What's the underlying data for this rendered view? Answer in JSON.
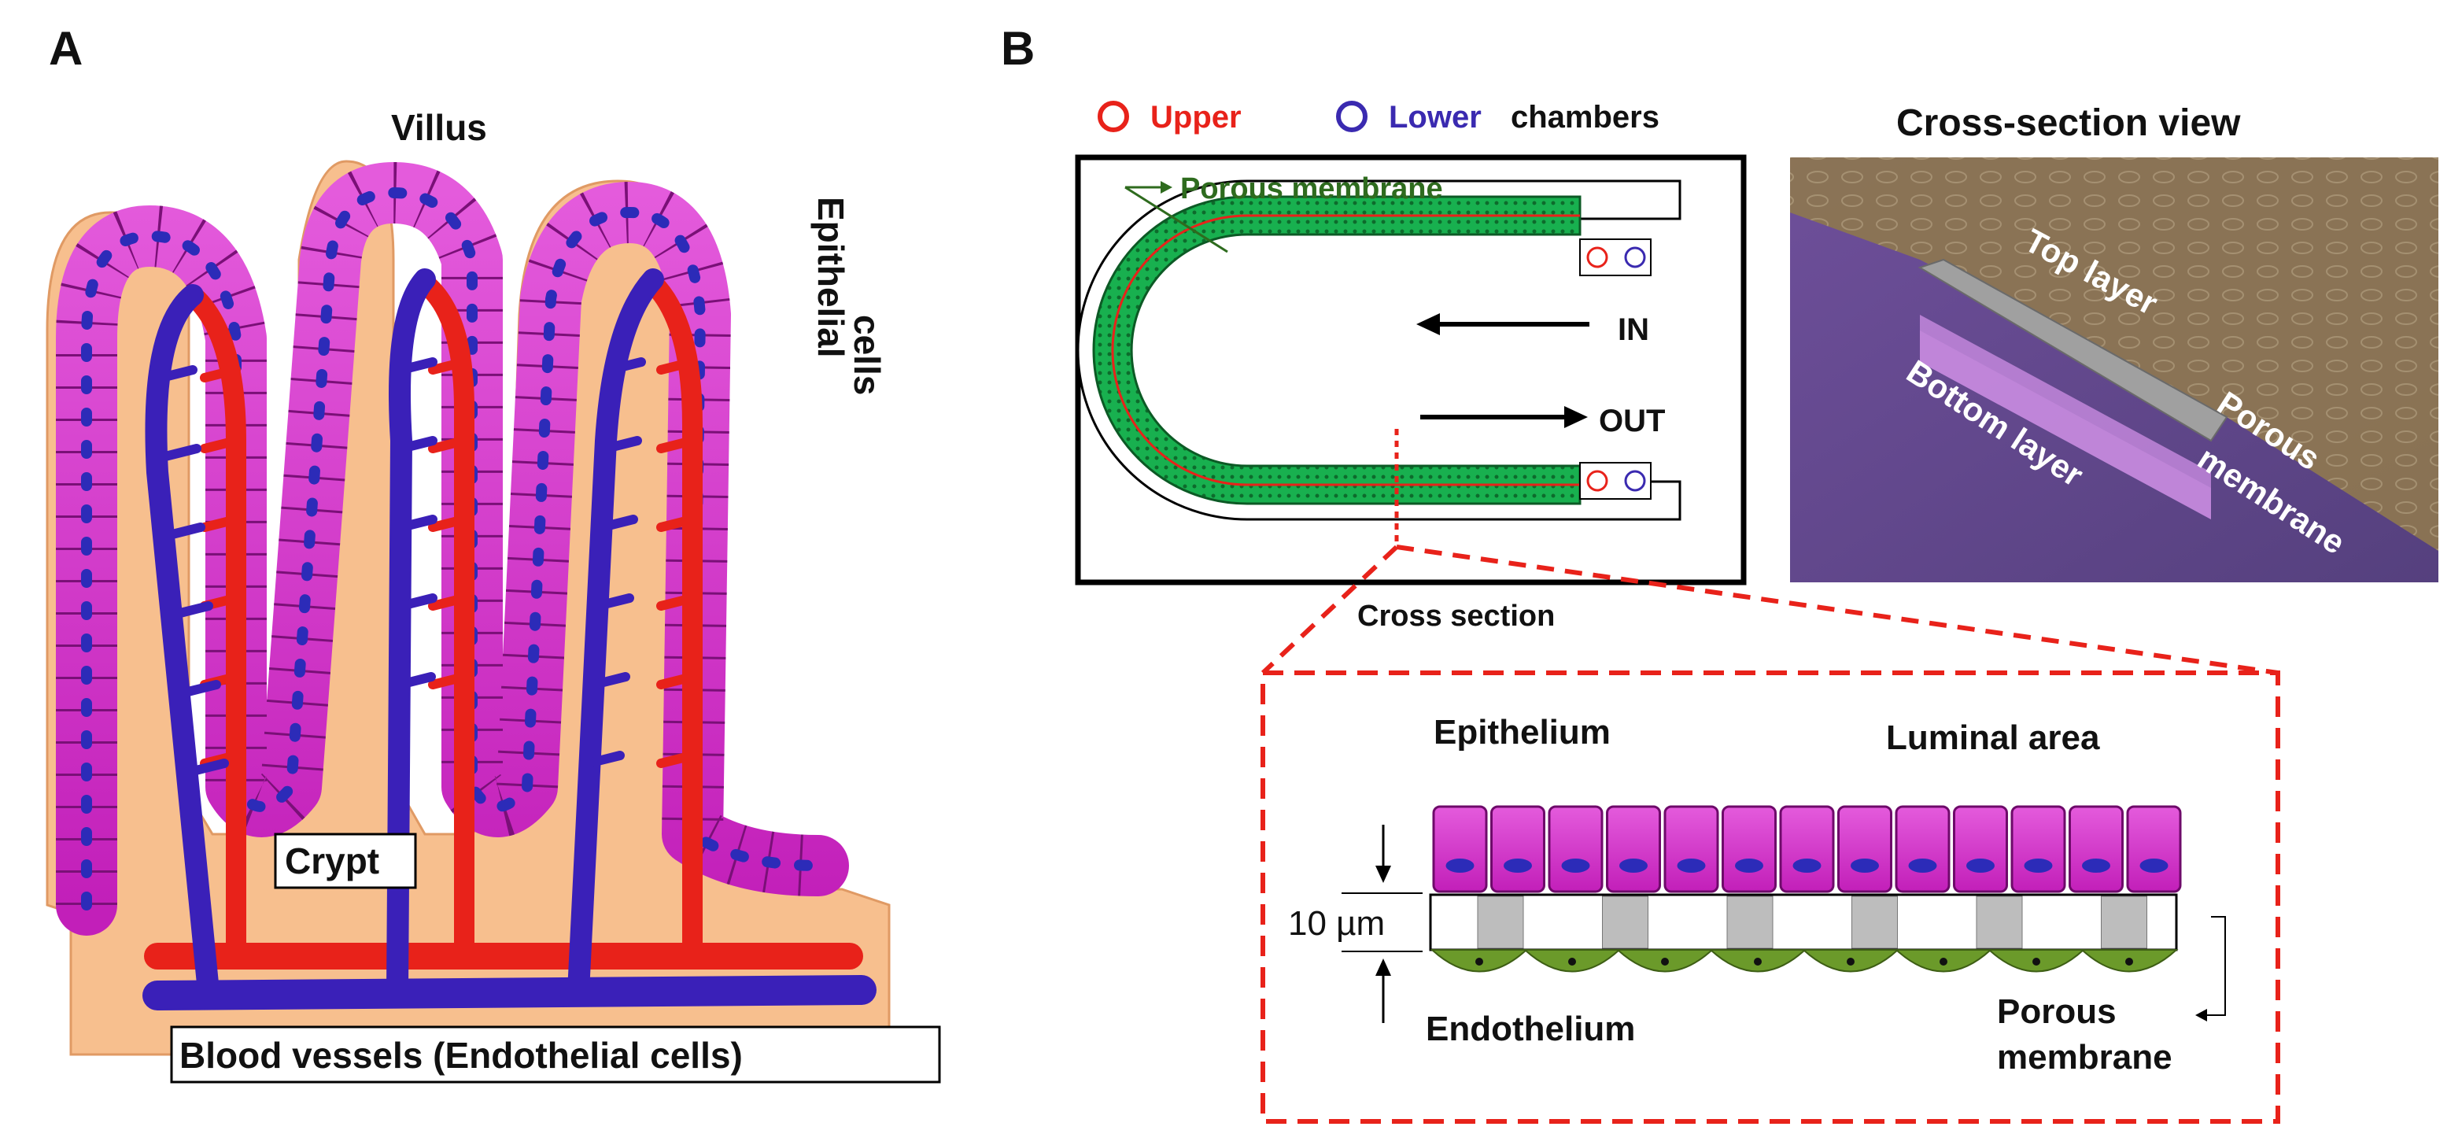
{
  "panel_a": {
    "letter": "A",
    "villus_label": "Villus",
    "epithelial_label_line1": "Epithelial",
    "epithelial_label_line2": "cells",
    "crypt_label": "Crypt",
    "blood_vessels_label": "Blood vessels (Endothelial cells)"
  },
  "panel_b": {
    "letter": "B",
    "legend": {
      "upper": "Upper",
      "lower": "Lower",
      "chambers": "chambers"
    },
    "chip": {
      "membrane_label": "Porous membrane",
      "in_label": "IN",
      "out_label": "OUT",
      "cross_section_label": "Cross section"
    },
    "cross_view": {
      "title": "Cross-section view",
      "top_layer": "Top layer",
      "bottom_layer": "Bottom layer",
      "porous_line1": "Porous",
      "porous_line2": "membrane"
    },
    "detail": {
      "epithelium": "Epithelium",
      "luminal": "Luminal area",
      "thickness": "10 µm",
      "endothelium": "Endothelium",
      "porous_line1": "Porous",
      "porous_line2": "membrane"
    }
  },
  "colors": {
    "epithelium": "#d63ad0",
    "artery": "#e8221a",
    "vein": "#3a20b8",
    "tissue": "#f7bf8e",
    "membrane_green": "#13a24a",
    "dash_red": "#e8221a",
    "endothelium": "#6b9a2a"
  }
}
